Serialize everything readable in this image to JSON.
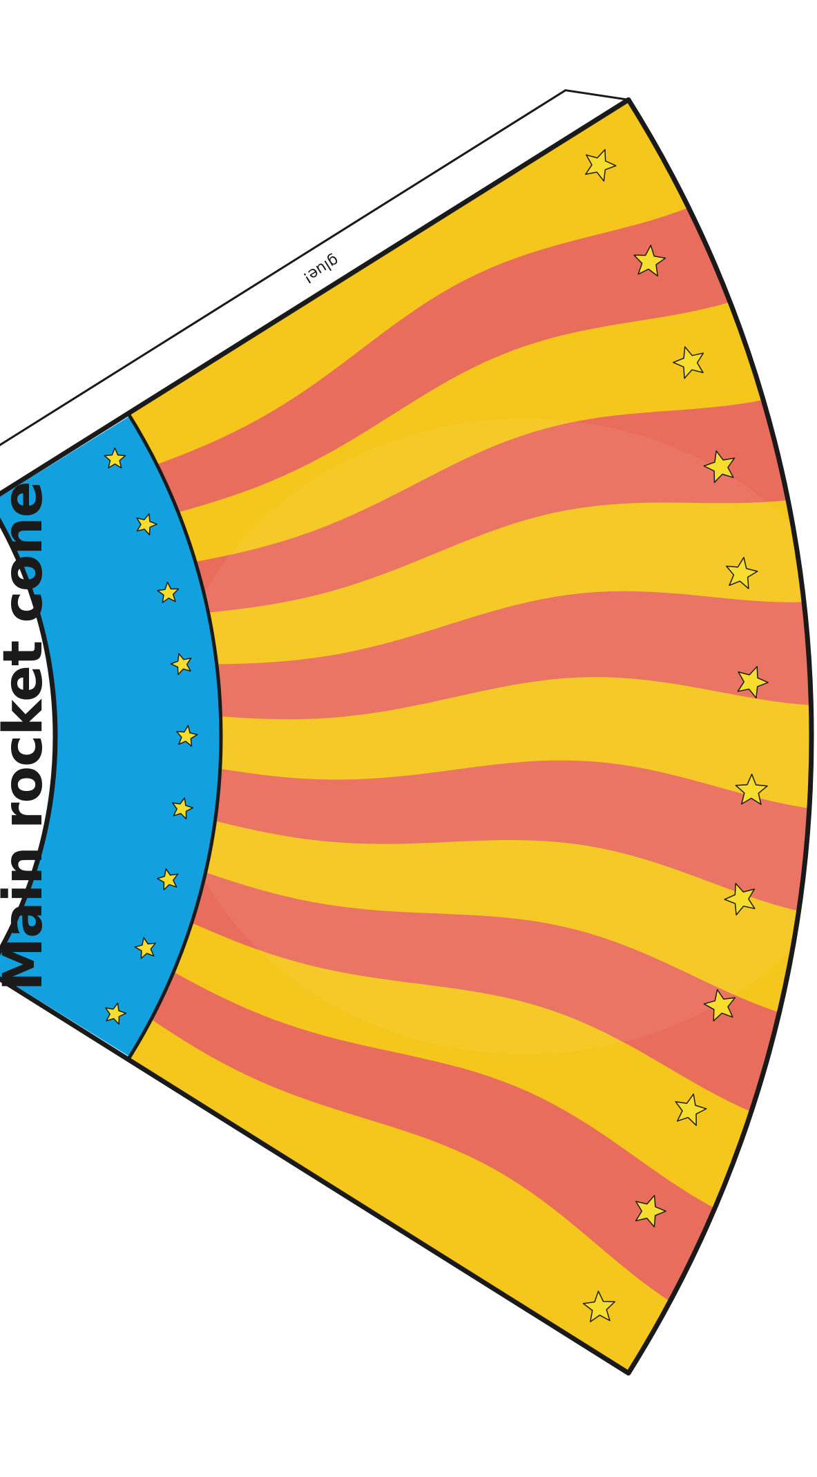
{
  "template": {
    "title": "Main rocket cone",
    "glue_tab_label": "glue!"
  },
  "colors": {
    "band_blue": "#12a1de",
    "stripe_yellow": "#f5c61b",
    "stripe_red": "#e96d5c",
    "star_fill": "#f7de2e",
    "outline": "#1a1a1a"
  },
  "decor": {
    "red_stripe_count": 6,
    "yellow_stripe_count": 7,
    "stars_on_blue_band": 9,
    "stars_on_outer_edge": 12,
    "icons": [
      "star-icon",
      "glue-tab"
    ]
  }
}
